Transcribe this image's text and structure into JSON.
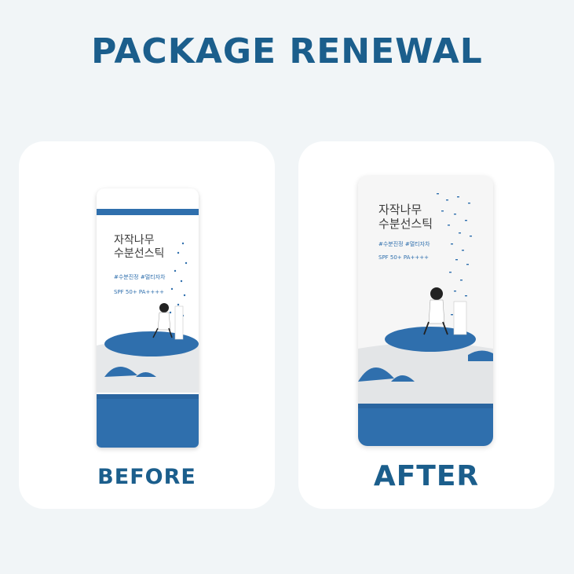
{
  "headline": "PACKAGE RENEWAL",
  "before": {
    "label": "BEFORE",
    "product_name_line1": "자작나무",
    "product_name_line2": "수분선스틱",
    "tags": "#수분진정 #멀티자차",
    "spf": "SPF 50+ PA++++"
  },
  "after": {
    "label": "AFTER",
    "product_name_line1": "자작나무",
    "product_name_line2": "수분선스틱",
    "tags": "#수분진정 #멀티자차",
    "spf": "SPF 50+ PA++++"
  },
  "colors": {
    "brand_blue": "#1b5e8c",
    "tube_blue": "#2f6fad",
    "background": "#f1f5f7"
  }
}
